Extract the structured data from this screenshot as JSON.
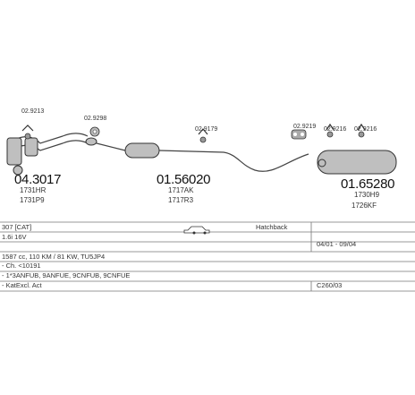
{
  "parts": [
    {
      "number": "04.3017",
      "codes": [
        "1731HR",
        "1731P9"
      ]
    },
    {
      "number": "01.56020",
      "codes": [
        "1717AK",
        "1717R3"
      ]
    },
    {
      "number": "01.65280",
      "codes": [
        "1730H9",
        "1726KF"
      ]
    }
  ],
  "hardware": [
    "02.9213",
    "02.9298",
    "02.9179",
    "02.9219",
    "02.9216",
    "02.9216"
  ],
  "info_rows": [
    {
      "left": "307 [CAT]",
      "mid": "",
      "right": "Hatchback"
    },
    {
      "left": "1.6i 16V",
      "mid": "",
      "right": "04/01 - 09/04"
    },
    {
      "left": "1587 cc, 110 KM / 81 KW, TU5JP4",
      "mid": "",
      "right": ""
    },
    {
      "left": "- Ch. <10191",
      "mid": "",
      "right": ""
    },
    {
      "left": "- 1*3ANFUB, 9ANFUE, 9CNFUB, 9CNFUE",
      "mid": "",
      "right": ""
    },
    {
      "left": "- KatExcl. Act",
      "mid": "",
      "right": "C260/03"
    }
  ]
}
